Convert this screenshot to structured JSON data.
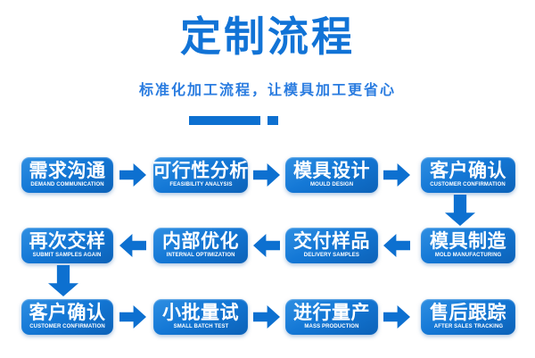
{
  "header": {
    "title": "定制流程",
    "subtitle": "标准化加工流程，让模具加工更省心"
  },
  "colors": {
    "title_color": "#1173d6",
    "subtitle_color": "#2a7ce0",
    "box_top": "#2f8fe2",
    "box_bottom": "#0c62b8",
    "arrow_color": "#0d70d0",
    "step_text": "#ffffff"
  },
  "flow": {
    "rows": [
      {
        "direction": "left-to-right",
        "steps": [
          {
            "zh": "需求沟通",
            "en": "DEMAND COMMUNICATION"
          },
          {
            "zh": "可行性分析",
            "en": "FEASIBILITY ANALYSIS"
          },
          {
            "zh": "模具设计",
            "en": "MOULD DESIGN"
          },
          {
            "zh": "客户确认",
            "en": "CUSTOMER CONFIRMATION"
          }
        ]
      },
      {
        "direction": "right-to-left",
        "steps": [
          {
            "zh": "再次交样",
            "en": "SUBMIT SAMPLES AGAIN"
          },
          {
            "zh": "内部优化",
            "en": "INTERNAL OPTIMIZATION"
          },
          {
            "zh": "交付样品",
            "en": "DELIVERY SAMPLES"
          },
          {
            "zh": "模具制造",
            "en": "MOLD MANUFACTURING"
          }
        ]
      },
      {
        "direction": "left-to-right",
        "steps": [
          {
            "zh": "客户确认",
            "en": "CUSTOMER CONFIRMATION"
          },
          {
            "zh": "小批量试",
            "en": "SMALL BATCH TEST"
          },
          {
            "zh": "进行量产",
            "en": "MASS PRODUCTION"
          },
          {
            "zh": "售后跟踪",
            "en": "AFTER SALES TRACKING"
          }
        ]
      }
    ]
  }
}
